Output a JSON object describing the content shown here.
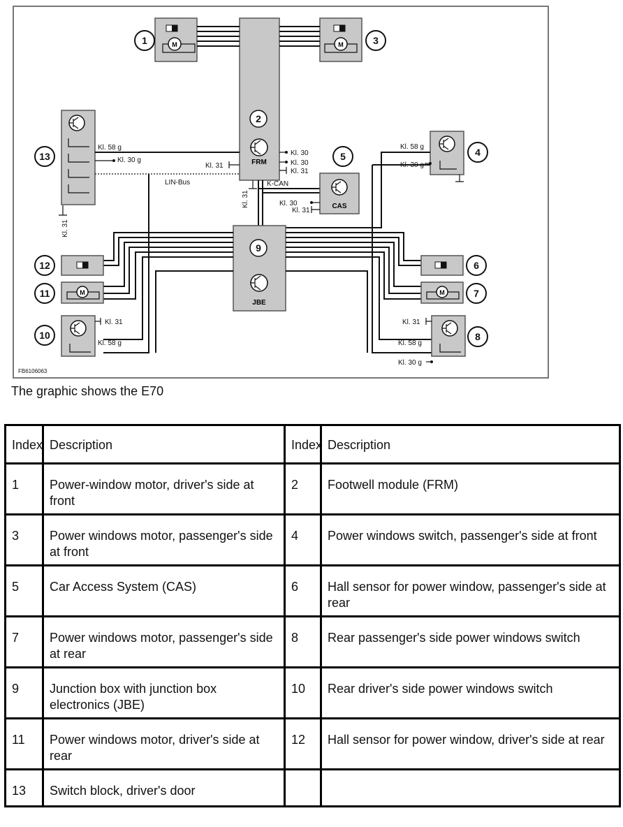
{
  "diagram": {
    "figure_id": "FB6106063",
    "components": {
      "frm": "FRM",
      "jbe": "JBE",
      "cas": "CAS",
      "motor": "M"
    },
    "callouts": [
      "1",
      "2",
      "3",
      "4",
      "5",
      "6",
      "7",
      "8",
      "9",
      "10",
      "11",
      "12",
      "13"
    ],
    "wire_labels": {
      "kl58g": "Kl. 58 g",
      "kl30g": "Kl. 30 g",
      "kl30": "Kl. 30",
      "kl31": "Kl. 31",
      "lin_bus": "LIN-Bus",
      "k_can": "K-CAN"
    }
  },
  "caption": "The graphic shows the E70",
  "table": {
    "headers": [
      "Index",
      "Description",
      "Index",
      "Description"
    ],
    "rows": [
      [
        "1",
        "Power-window motor, driver's side at front",
        "2",
        "Footwell module (FRM)"
      ],
      [
        "3",
        "Power windows motor, passenger's side at front",
        "4",
        "Power windows switch, passenger's side at front"
      ],
      [
        "5",
        "Car Access System (CAS)",
        "6",
        "Hall sensor for power window, passenger's side at rear"
      ],
      [
        "7",
        "Power windows motor, passenger's side at rear",
        "8",
        "Rear passenger's side power windows switch"
      ],
      [
        "9",
        "Junction box with junction box electronics (JBE)",
        "10",
        "Rear driver's side power windows switch"
      ],
      [
        "11",
        "Power windows motor, driver's side at rear",
        "12",
        "Hall sensor for power window, driver's side at rear"
      ],
      [
        "13",
        "Switch block, driver's door",
        "",
        ""
      ]
    ]
  }
}
